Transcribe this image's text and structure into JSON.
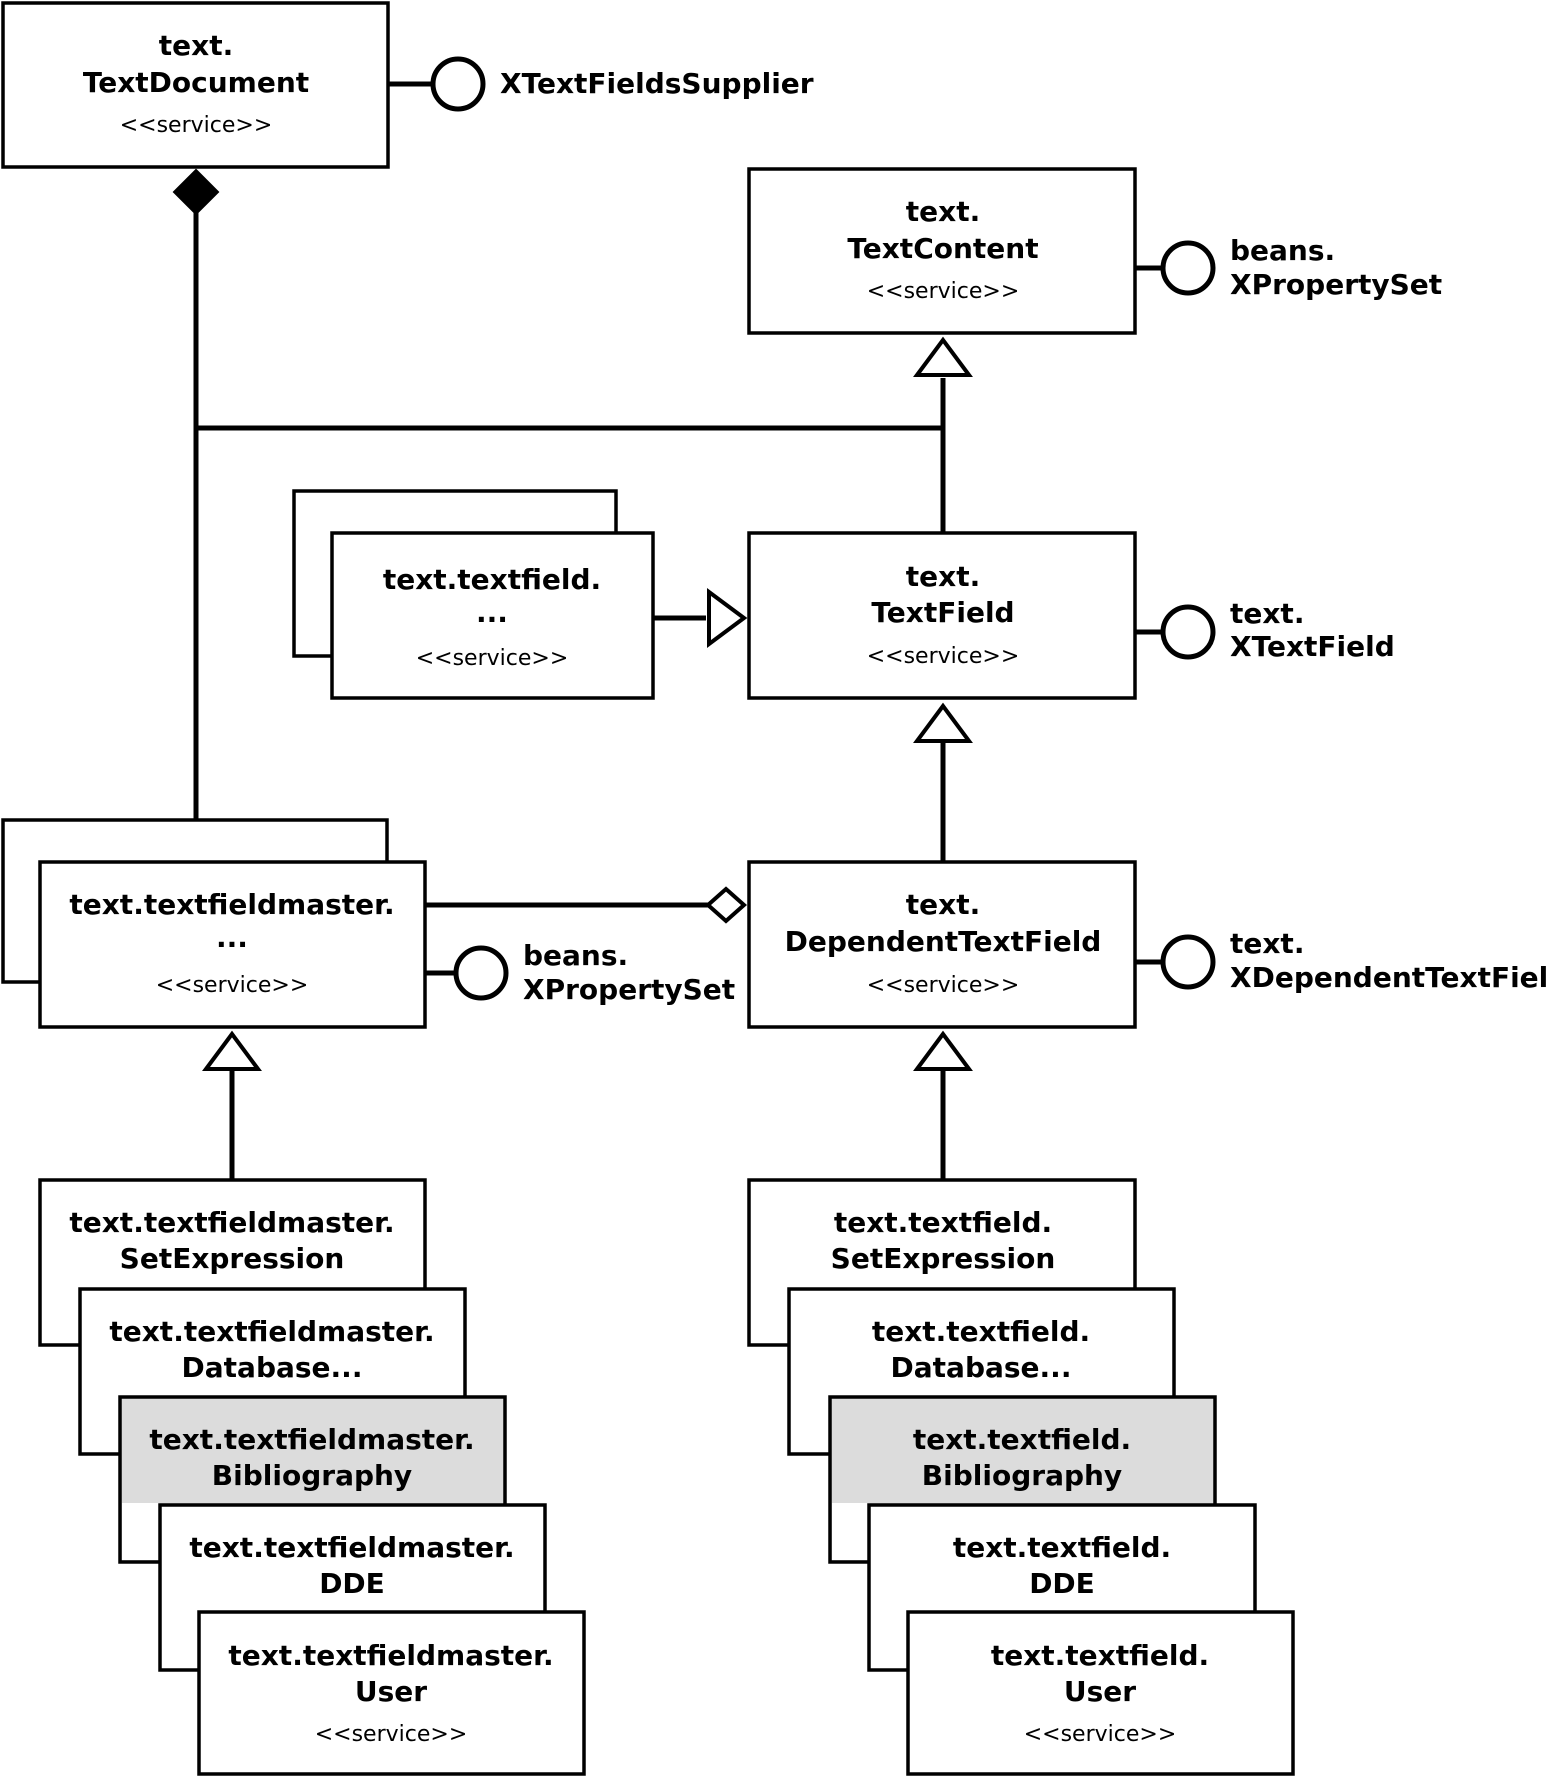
{
  "text_document": {
    "line1": "text.",
    "line2": "TextDocument",
    "stereotype": "<<service>>"
  },
  "iface_text_fields_supplier": {
    "label": "XTextFieldsSupplier"
  },
  "text_content": {
    "line1": "text.",
    "line2": "TextContent",
    "stereotype": "<<service>>"
  },
  "iface_property_set_top": {
    "line1": "beans.",
    "line2": "XPropertySet"
  },
  "textfield_generic": {
    "line1": "text.textfield.",
    "line2": "...",
    "stereotype": "<<service>>"
  },
  "text_field": {
    "line1": "text.",
    "line2": "TextField",
    "stereotype": "<<service>>"
  },
  "iface_text_field": {
    "line1": "text.",
    "line2": "XTextField"
  },
  "textfieldmaster_generic": {
    "line1": "text.textfieldmaster.",
    "line2": "...",
    "stereotype": "<<service>>"
  },
  "iface_property_set_master": {
    "line1": "beans.",
    "line2": "XPropertySet"
  },
  "dependent_text_field": {
    "line1": "text.",
    "line2": "DependentTextField",
    "stereotype": "<<service>>"
  },
  "iface_dependent_text_field": {
    "line1": "text.",
    "line2": "XDependentTextField"
  },
  "masters": [
    {
      "line1": "text.textfieldmaster.",
      "line2": "SetExpression"
    },
    {
      "line1": "text.textfieldmaster.",
      "line2": "Database..."
    },
    {
      "line1": "text.textfieldmaster.",
      "line2": "Bibliography"
    },
    {
      "line1": "text.textfieldmaster.",
      "line2": "DDE"
    },
    {
      "line1": "text.textfieldmaster.",
      "line2": "User",
      "stereotype": "<<service>>"
    }
  ],
  "fields": [
    {
      "line1": "text.textfield.",
      "line2": "SetExpression"
    },
    {
      "line1": "text.textfield.",
      "line2": "Database..."
    },
    {
      "line1": "text.textfield.",
      "line2": "Bibliography"
    },
    {
      "line1": "text.textfield.",
      "line2": "DDE"
    },
    {
      "line1": "text.textfield.",
      "line2": "User",
      "stereotype": "<<service>>"
    }
  ]
}
